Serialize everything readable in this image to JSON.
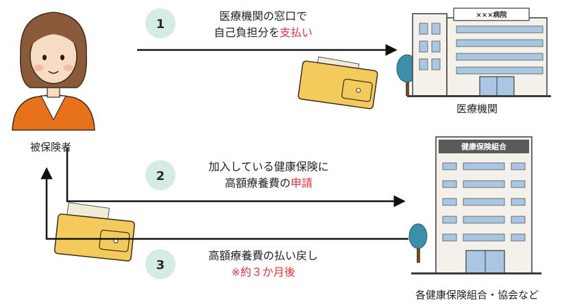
{
  "actors": {
    "insured": "被保険者",
    "hospital": "医療機関",
    "insurer": "各健康保険組合・協会など"
  },
  "signs": {
    "hospital": "×××病院",
    "insurer": "健康保険組合"
  },
  "steps": [
    {
      "number": "1",
      "line1": "医療機関の窓口で",
      "line2_prefix": "自己負担分を",
      "line2_accent": "支払い"
    },
    {
      "number": "2",
      "line1": "加入している健康保険に",
      "line2_prefix": "高額療養費の",
      "line2_accent": "申請"
    },
    {
      "number": "3",
      "line1": "高額療養費の払い戻し",
      "line2_prefix": "",
      "line2_accent": "※約３か月後"
    }
  ],
  "colors": {
    "badge": "#d4ece3",
    "accent": "#e8303a",
    "arrow": "#111111",
    "shirt": "#e8711c",
    "wallet": "#f2cb5c",
    "building": "#f4f1ea",
    "window": "#a9c6e3",
    "tree": "#3c8fa8"
  }
}
